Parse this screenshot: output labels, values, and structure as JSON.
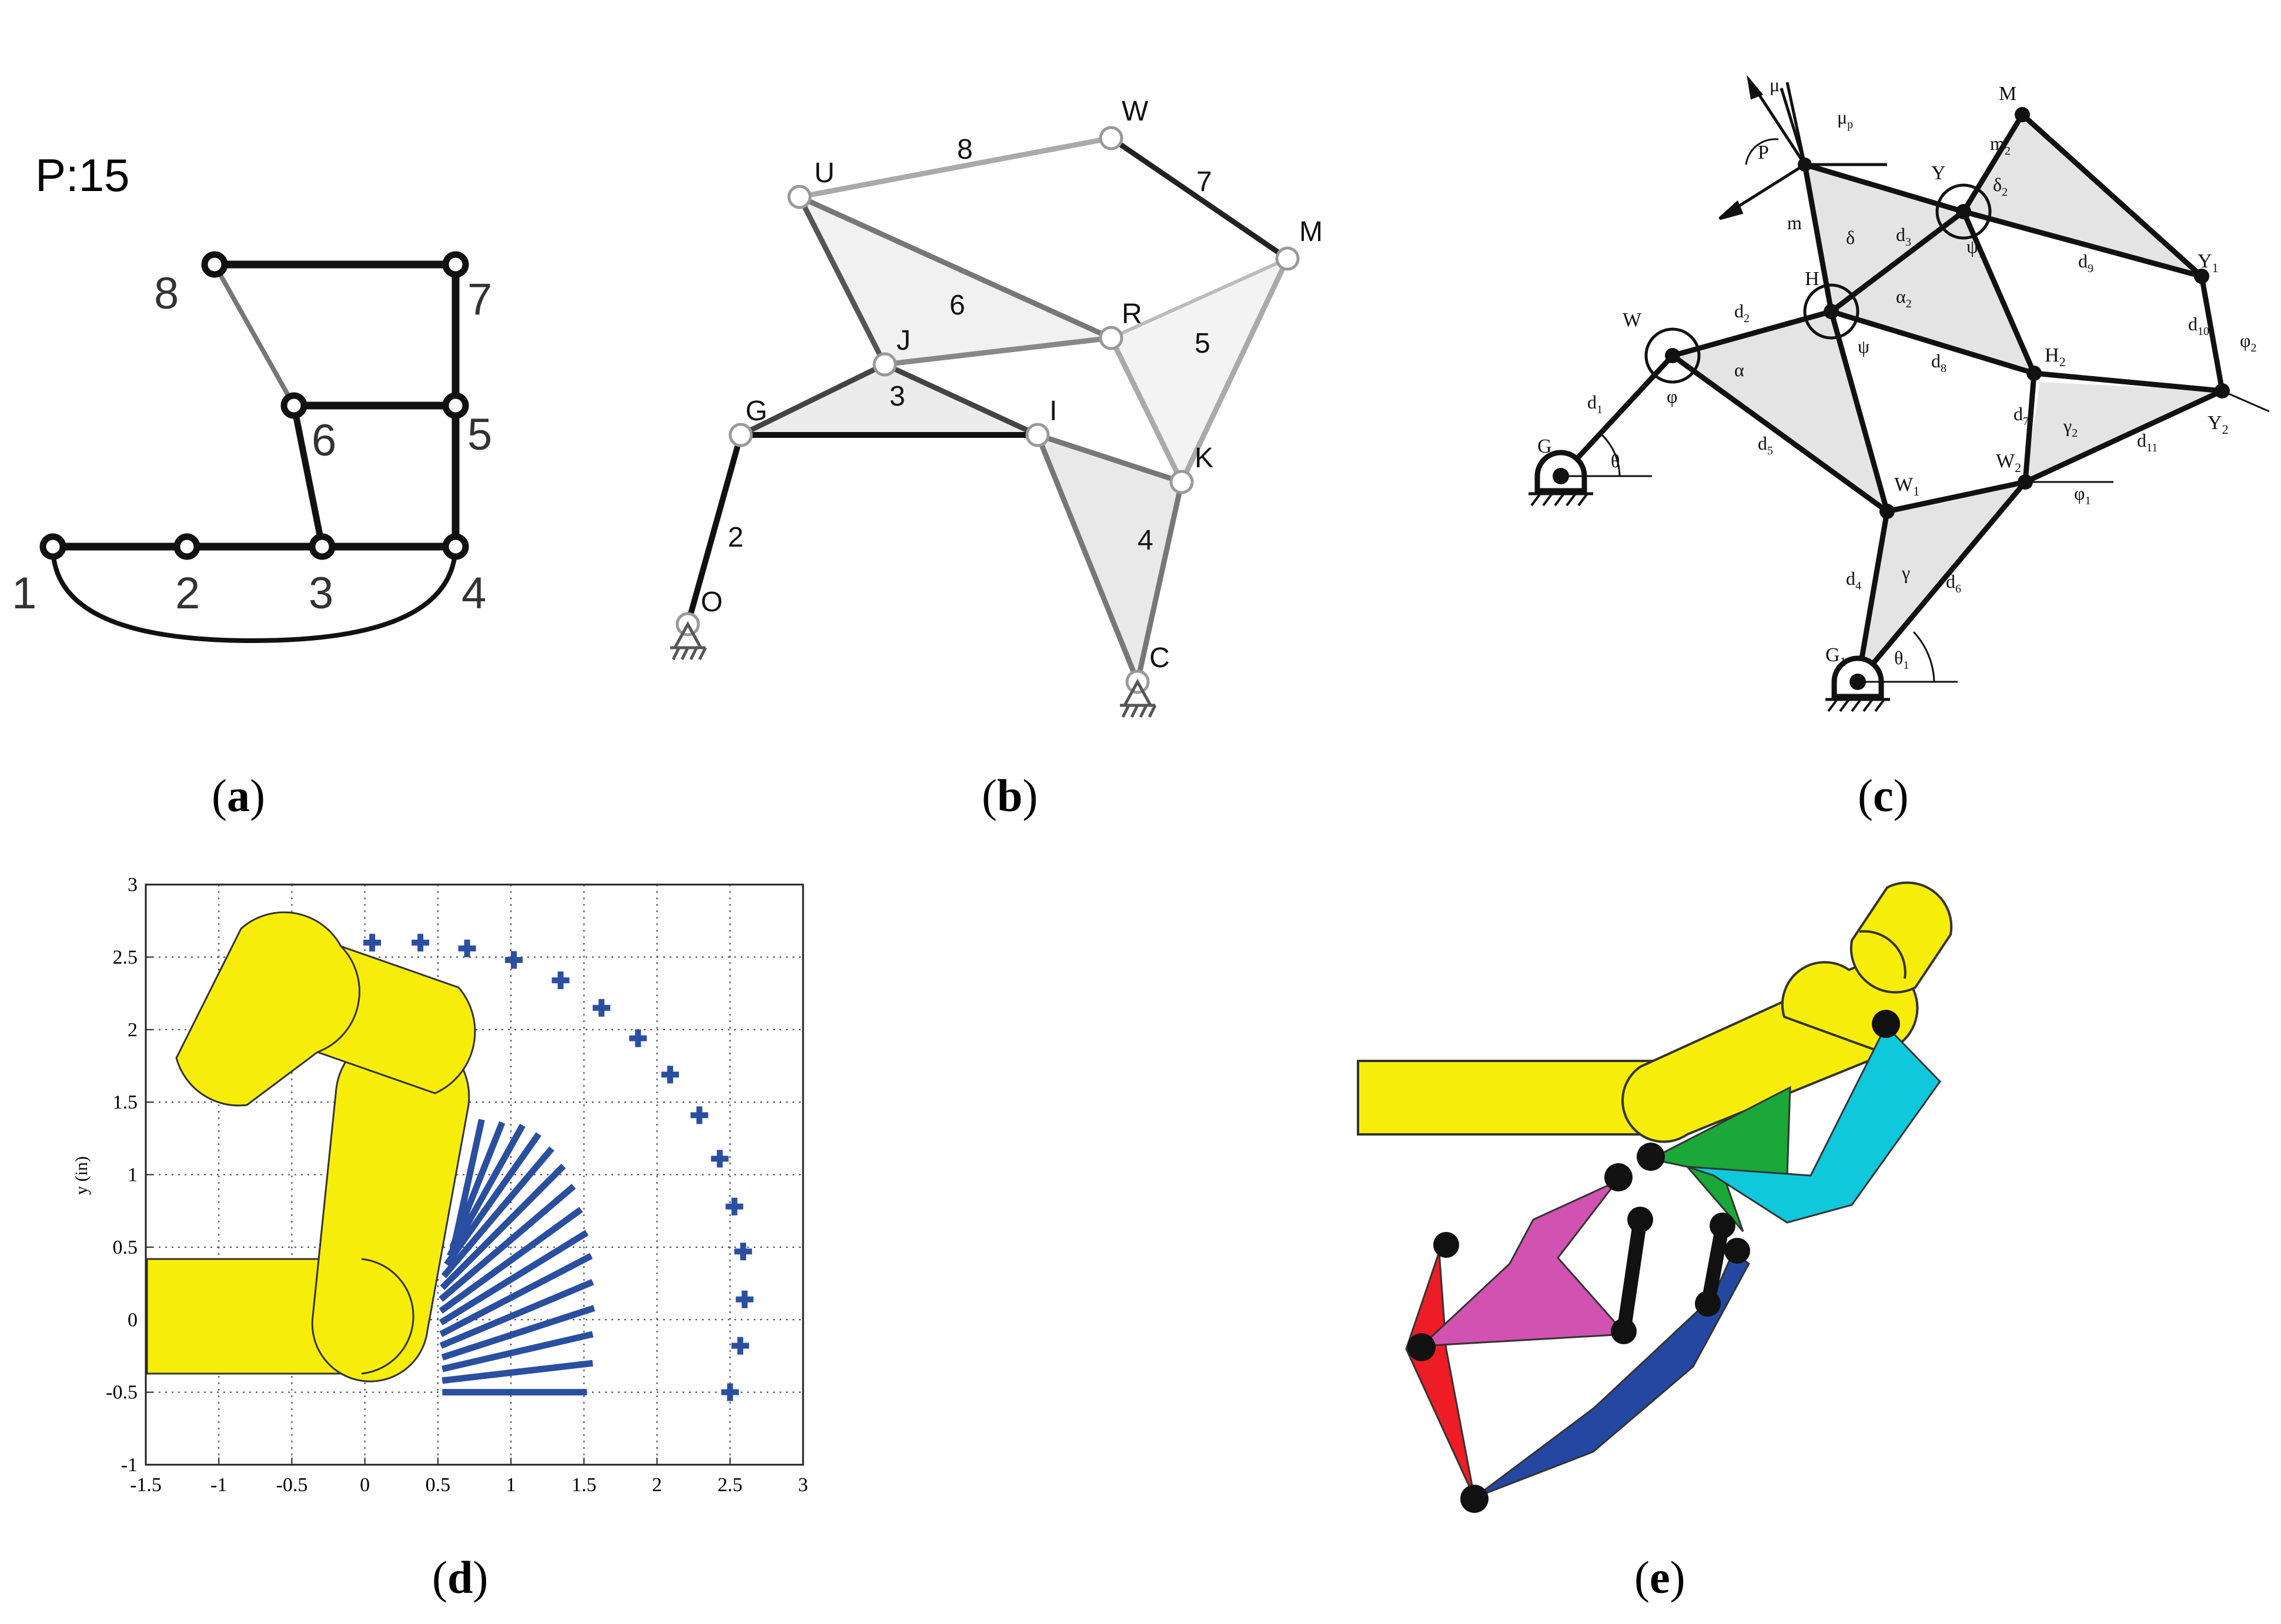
{
  "panel_a": {
    "title": "P:15",
    "nodes": [
      "1",
      "2",
      "3",
      "4",
      "5",
      "6",
      "7",
      "8"
    ],
    "caption": "a"
  },
  "panel_b": {
    "nodes": [
      "U",
      "W",
      "M",
      "R",
      "J",
      "G",
      "I",
      "K",
      "O",
      "C"
    ],
    "links": [
      "8",
      "7",
      "6",
      "5",
      "3",
      "2",
      "4"
    ],
    "caption": "b"
  },
  "panel_c": {
    "points": [
      "M",
      "P",
      "Y",
      "Y",
      "H",
      "W",
      "G",
      "H",
      "Y",
      "W",
      "W",
      "G"
    ],
    "point_subs": [
      "",
      "",
      "",
      "1",
      "",
      "",
      "",
      "2",
      "2",
      "1",
      "2",
      "1"
    ],
    "angles": [
      "μ",
      "μ",
      "δ",
      "δ",
      "ψ",
      "α",
      "ψ",
      "α",
      "φ",
      "θ",
      "φ",
      "γ",
      "φ",
      "γ",
      "θ"
    ],
    "angle_subs": [
      "",
      "p",
      "",
      "2",
      "1",
      "2",
      "",
      "",
      "",
      "",
      "2",
      "2",
      "1",
      "",
      "1"
    ],
    "lengths": [
      "m",
      "m",
      "d",
      "d",
      "d",
      "d",
      "d",
      "d",
      "d",
      "d",
      "d",
      "d",
      "d"
    ],
    "length_subs": [
      "2",
      "",
      "3",
      "9",
      "2",
      "10",
      "8",
      "1",
      "7",
      "5",
      "11",
      "4",
      "6"
    ],
    "caption": "c"
  },
  "panel_d": {
    "ylabel": "y (in)",
    "caption": "d"
  },
  "panel_e": {
    "caption": "e"
  },
  "chart_data": {
    "type": "scatter",
    "xlim": [
      -1.5,
      3
    ],
    "ylim": [
      -1,
      3
    ],
    "xticks": [
      "-1.5",
      "-1",
      "-0.5",
      "0",
      "0.5",
      "1",
      "1.5",
      "2",
      "2.5",
      "3"
    ],
    "yticks": [
      "-1",
      "-0.5",
      "0",
      "0.5",
      "1",
      "1.5",
      "2",
      "2.5",
      "3"
    ],
    "grid": true,
    "ylabel": "y (in)",
    "xlabel": "",
    "x": [
      0.05,
      0.38,
      0.7,
      1.02,
      1.34,
      1.62,
      1.87,
      2.09,
      2.29,
      2.43,
      2.53,
      2.59,
      2.6,
      2.57,
      2.5
    ],
    "y": [
      2.6,
      2.6,
      2.56,
      2.48,
      2.34,
      2.15,
      1.94,
      1.69,
      1.41,
      1.11,
      0.78,
      0.47,
      0.14,
      -0.18,
      -0.5
    ],
    "marker_color": "#2a4fa0",
    "fan_segments": [
      [
        0.53,
        -0.5,
        1.52,
        -0.5
      ],
      [
        0.53,
        -0.42,
        1.56,
        -0.3
      ],
      [
        0.53,
        -0.34,
        1.56,
        -0.1
      ],
      [
        0.53,
        -0.26,
        1.57,
        0.08
      ],
      [
        0.52,
        -0.18,
        1.56,
        0.26
      ],
      [
        0.52,
        -0.1,
        1.55,
        0.44
      ],
      [
        0.52,
        -0.02,
        1.52,
        0.6
      ],
      [
        0.52,
        0.06,
        1.48,
        0.76
      ],
      [
        0.52,
        0.14,
        1.43,
        0.92
      ],
      [
        0.53,
        0.22,
        1.36,
        1.06
      ],
      [
        0.54,
        0.3,
        1.28,
        1.18
      ],
      [
        0.56,
        0.38,
        1.19,
        1.28
      ],
      [
        0.58,
        0.44,
        1.08,
        1.34
      ],
      [
        0.6,
        0.5,
        0.94,
        1.36
      ],
      [
        0.6,
        0.46,
        0.8,
        1.38
      ]
    ],
    "fan_color": "#2a4fa0"
  },
  "colors": {
    "link_dark": "#111111",
    "link_gray": "#777777",
    "link_light": "#aaaaaa",
    "plate_fill": "#e3e3e3",
    "finger_yellow": "#f6ee0a",
    "red_link": "#ee1c24",
    "magenta_link": "#d152b0",
    "green_link": "#1aa838",
    "cyan_link": "#10c8dc",
    "blue_link": "#2447a2"
  }
}
